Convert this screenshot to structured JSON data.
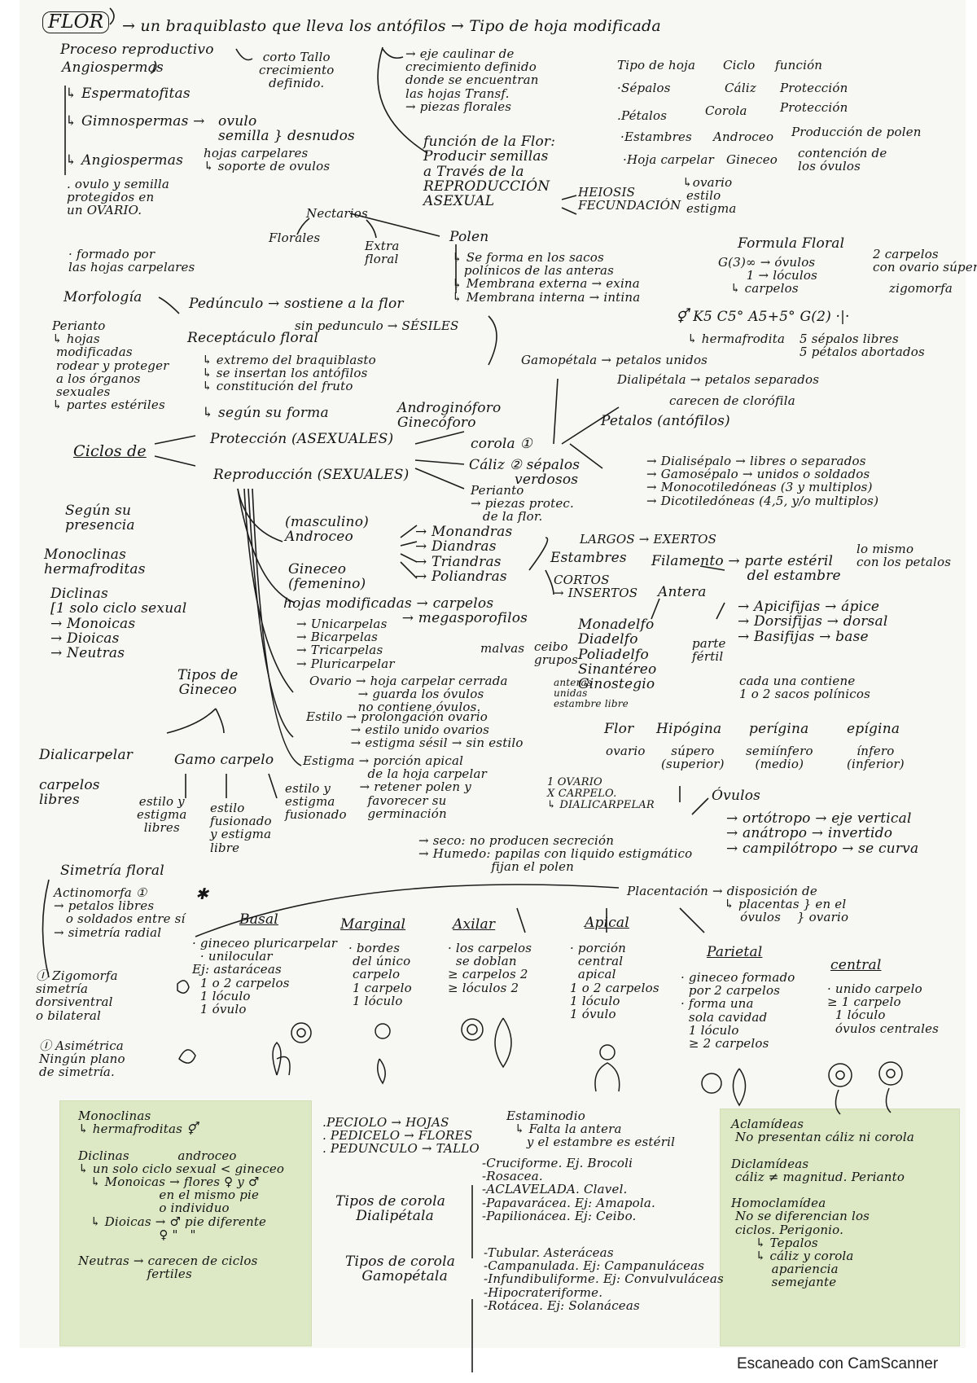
{
  "footer": "Escaneado con CamScanner",
  "header": {
    "title": "FLOR",
    "arrow1": "→ un braquiblasto que lleva los antófilos → Tipo de hoja modificada"
  },
  "top_left": {
    "proceso": "Proceso reproductivo",
    "angio": "Angiospermas",
    "corto": "corto Tallo\ncrecimiento\ndefinido.",
    "esperma": "↳ Espermatofitas",
    "gimno": "↳ Gimnospermas →",
    "ovulo": "ovulo\nsemilla } desnudos",
    "hojas_carp": "hojas carpelares\n↳ soporte de ovulos",
    "angio2": "↳ Angiospermas",
    "ovulo2": ". ovulo y semilla\nprotegidos en\nun OVARIO."
  },
  "eje": "→ eje caulinar de\ncrecimiento definido\ndonde se encuentran\nlas hojas Transf.\n→ piezas florales",
  "funcion": "función de la Flor:\nProducir semillas\na Través de la\nREPRODUCCIÓN\nASEXUAL",
  "meiosis": "HEIOSIS\nFECUNDACIÓN",
  "table": {
    "headers": [
      "Tipo de hoja",
      "Ciclo",
      "función"
    ],
    "rows": [
      [
        "·Sépalos",
        "Cáliz",
        "Protección"
      ],
      [
        ".Pétalos",
        "Corola",
        "Protección"
      ],
      [
        "·Estambres",
        "Androceo",
        "Producción de polen"
      ],
      [
        "·Hoja carpelar",
        "Gineceo",
        "contención de\nlos óvulos"
      ]
    ],
    "ovario_list": "↳ovario\n estilo\n estigma"
  },
  "nectarios": {
    "title": "Nectarios",
    "florales": "Florales",
    "extra": "Extra\nfloral"
  },
  "polen": {
    "title": "Polen",
    "items": "↳ Se forma en los sacos\n   polínicos de las anteras\n↳ Membrana externa → exina\n↳ Membrana interna → intina"
  },
  "formula": {
    "title": "Formula Floral",
    "g3": "G(3)∞ → óvulos\n       1 → lóculos\n   ↳ carpelos",
    "dos": "2 carpelos\ncon ovario súpero",
    "zigo": "zigomorfa",
    "k5": "⚥ K5 C5° A5+5° G(2) ·|·",
    "herma": "↳ hermafrodita",
    "sepalos": "5 sépalos libres\n5 pétalos abortados"
  },
  "formado": "· formado por\nlas hojas carpelares",
  "morfologia": {
    "title": "Morfología",
    "pedunculo": "Pedúnculo → sostiene a la flor",
    "sin": "sin pedunculo → SÉSILES",
    "perianto": "Perianto\n↳ hojas\n modificadas\n rodear y proteger\n a los órganos\n sexuales\n↳ partes estériles",
    "receptaculo": "Receptáculo floral",
    "recep_items": "↳ extremo del braquiblasto\n↳ se insertan los antófilos\n↳ constitución del fruto",
    "segun": "↳ según su forma",
    "andro": "Androginóforo\nGinecóforo"
  },
  "gamopetala": "Gamopétala → petalos unidos",
  "dialipetala": "Dialipétala → petalos separados",
  "carecen": "carecen de clorófila",
  "petalos_ant": "Petalos (antófilos)",
  "ciclos": {
    "title": "Ciclos de",
    "proteccion": "Protección (ASEXUALES)",
    "reproduccion": "Reproducción (SEXUALES)",
    "corola": "corola ①",
    "caliz": "Cáliz ② sépalos\n          verdosos",
    "perianto": "Perianto\n→ piezas protec.\n   de la flor."
  },
  "cal_types": "→ Dialisépalo → libres o separados\n→ Gamosépalo → unidos o soldados\n→ Monocotiledóneas (3 y multiplos)\n→ Dicotiledóneas (4,5, y/o multiplos)",
  "lo_mismo": "lo mismo\ncon los petalos",
  "segun_pres": {
    "title": "Según su\npresencia",
    "mono": "Monoclinas\nhermafroditas",
    "dicl": "Diclinas\n[1 solo ciclo sexual\n→ Monoicas\n→ Dioicas\n→ Neutras"
  },
  "androceo": {
    "title": "(masculino)\nAndroceo",
    "list": "→ Monandras\n→ Diandras\n→ Triandras\n→ Poliandras",
    "estambres": "Estambres",
    "largos": "LARGOS → EXERTOS",
    "cortos": "CORTOS\n→ INSERTOS",
    "filamento": "Filamento → parte estéril\n                     del estambre",
    "antera": "Antera",
    "antera_types": "→ Apicifijas → ápice\n→ Dorsifijas → dorsal\n→ Basifijas → base",
    "cada": "cada una contiene\n1 o 2 sacos polínicos",
    "monadelfo": "Monadelfo\nDiadelfo\nPoliadelfo\nSinantéreo\nGinostegio",
    "malvas": "malvas",
    "ceibo": "ceibo\ngrupos",
    "anteras": "anteras\nunidas\nestambre libre",
    "parte": "parte\nfértil"
  },
  "gineceo": {
    "title": "Gineceo\n(femenino)",
    "hojas": "hojas modificadas → carpelos\n                          → megasporofilos",
    "list": "→ Unicarpelas\n→ Bicarpelas\n→ Tricarpelas\n→ Pluricarpelar",
    "tipos": "Tipos de\nGineceo",
    "ovario": "Ovario → hoja carpelar cerrada\n            → guarda los óvulos\n            no contiene óvulos.",
    "estilo": "Estilo → prolongación ovario\n           → estilo unido ovarios\n           → estigma sésil → sin estilo",
    "estigma": "Estigma → porción apical\n                de la hoja carpelar\n              → retener polen y\n                favorecer su\n                germinación",
    "seco": "→ seco: no producen secreción\n→ Humedo: papilas con liquido estigmático\n                  fijan el polen",
    "ovario_carpelo": "1 OVARIO\nX CARPELO.\n↳ DIALICARPELAR"
  },
  "dialicarpelar": "Dialicarpelar\n\ncarpelos\nlibres",
  "gamocarpelo": "Gamo carpelo",
  "gamo_types": "estilo y\nestigma\nlibres",
  "gamo_types2": "estilo\nfusionado\ny estigma\nlibre",
  "gamo_types3": "estilo y\nestigma\nfusionado",
  "flor_pos": {
    "headers": [
      "Flor",
      "Hipógina",
      "perígina",
      "epígina"
    ],
    "sub": [
      "ovario",
      "súpero\n(superior)",
      "semiínfero\n(medio)",
      "ínfero\n(inferior)"
    ]
  },
  "ovulos": {
    "title": "Óvulos",
    "items": "→ ortótropo → eje vertical\n→ anátropo → invertido\n→ campilótropo → se curva"
  },
  "simetria": {
    "title": "Simetría floral",
    "actino": "Actinomorfa ①\n→ petalos libres\n   o soldados entre sí\n→ simetría radial",
    "zigo": "Ⓘ Zigomorfa\nsimetría\ndorsiventral\no bilateral",
    "asim": "Ⓘ Asimétrica\nNingún plano\nde simetría."
  },
  "placentacion": {
    "title": "Placentación → disposición de\n                        ↳ placentas } en el\n                            óvulos    } ovario",
    "basal": "Basal",
    "basal_txt": "· gineceo pluricarpelar\n  · unilocular\nEj: astaráceas\n  1 o 2 carpelos\n  1 lóculo\n  1 óvulo",
    "marginal": "Marginal",
    "marginal_txt": "· bordes\n del único\n carpelo\n 1 carpelo\n 1 lóculo",
    "axilar": "Axilar",
    "axilar_txt": "· los carpelos\n  se doblan\n≥ carpelos 2\n≥ lóculos 2",
    "apical": "Apical",
    "apical_txt": "· porción\n  central\n  apical\n1 o 2 carpelos\n1 lóculo\n1 óvulo",
    "parietal": "Parietal",
    "parietal_txt": "· gineceo formado\n  por 2 carpelos\n· forma una\n  sola cavidad\n  1 lóculo\n  ≥ 2 carpelos",
    "central": "central",
    "central_txt": "· unido carpelo\n≥ 1 carpelo\n  1 lóculo\n  óvulos centrales"
  },
  "notes": {
    "left": "Monoclinas\n↳ hermafroditas ⚥\n\nDiclinas            androceo\n↳ un solo ciclo sexual < gineceo\n   ↳ Monoicas → flores ♀ y ♂\n                    en el mismo pie\n                    o individuo\n   ↳ Dioicas → ♂ pie diferente\n                    ♀ \"   \"\n\nNeutras → carecen de ciclos\n                 fertiles",
    "right": "Aclamídeas\n No presentan cáliz ni corola\n\nDiclamídeas\n cáliz ≠ magnitud. Perianto\n\nHomoclamídea\n No se diferencian los\n ciclos. Perigonio.\n      ↳ Tepalos\n      ↳ cáliz y corola\n          apariencia\n          semejante"
  },
  "pecio": ".PECIOLO → HOJAS\n. PEDICELO → FLORES\n. PEDUNCULO → TALLO",
  "estaminodio": "Estaminodio\n  ↳ Falta la antera\n     y el estambre es estéril",
  "corola_d": {
    "title": "Tipos de corola\n  Dialipétala",
    "items": "-Cruciforme. Ej. Brocoli\n-Rosacea.\n-ACLAVELADA. Clavel.\n-Papavarácea. Ej: Amapola.\n-Papilionácea. Ej: Ceibo."
  },
  "corola_g": {
    "title": "Tipos de corola\n  Gamopétala",
    "items": "-Tubular. Asteráceas\n-Campanulada. Ej: Campanuláceas\n-Infundibuliforme. Ej: Convulvuláceas\n-Hipocrateriforme.\n-Rotácea. Ej: Solanáceas"
  }
}
